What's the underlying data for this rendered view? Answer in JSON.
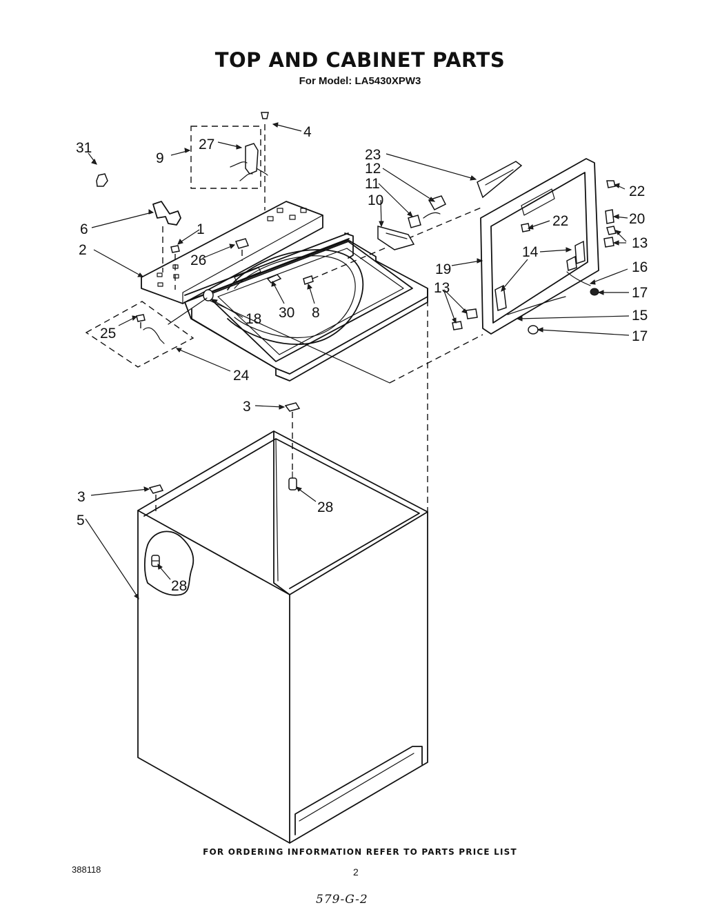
{
  "title": "TOP AND CABINET PARTS",
  "subtitle": "For Model: LA5430XPW3",
  "footer_note": "FOR ORDERING INFORMATION REFER TO PARTS PRICE LIST",
  "doc_number": "388118",
  "page_number": "2",
  "handwritten_note": "579-G-2",
  "callouts": {
    "c31": "31",
    "c9": "9",
    "c27": "27",
    "c4": "4",
    "c23": "23",
    "c12": "12",
    "c11": "11",
    "c10": "10",
    "c22a": "22",
    "c22b": "22",
    "c20": "20",
    "c13a": "13",
    "c13b": "13",
    "c16": "16",
    "c17a": "17",
    "c17b": "17",
    "c15": "15",
    "c14": "14",
    "c19": "19",
    "c6": "6",
    "c1": "1",
    "c2": "2",
    "c26": "26",
    "c18": "18",
    "c30": "30",
    "c8": "8",
    "c25": "25",
    "c24": "24",
    "c3a": "3",
    "c3b": "3",
    "c28a": "28",
    "c28b": "28",
    "c5": "5"
  }
}
